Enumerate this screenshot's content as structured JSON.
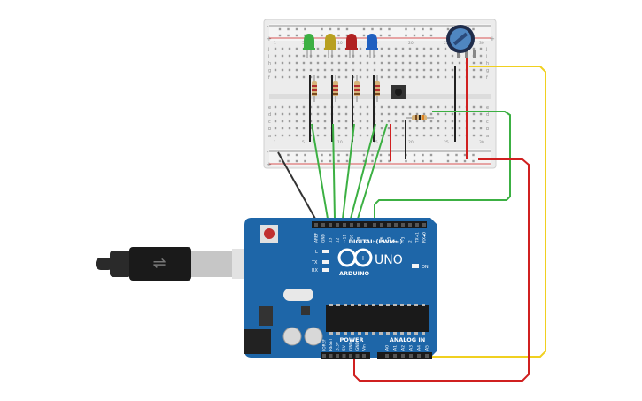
{
  "arduino": {
    "model": "UNO",
    "brand": "ARDUINO",
    "digital_label": "DIGITAL (PWM~)",
    "power_label": "POWER",
    "analog_label": "ANALOG IN",
    "on_label": "ON",
    "l_label": "L",
    "tx_label": "TX",
    "rx_label": "RX",
    "top_pins": [
      "AREF",
      "GND",
      "13",
      "12",
      "~11",
      "~10",
      "~9",
      "8",
      "7",
      "~6",
      "~5",
      "4",
      "~3",
      "2",
      "TX➜1",
      "RX◀0"
    ],
    "power_pins": [
      "IOREF",
      "RESET",
      "3.3V",
      "5V",
      "GND",
      "GND",
      "Vin"
    ],
    "analog_pins": [
      "A0",
      "A1",
      "A2",
      "A3",
      "A4",
      "A5"
    ]
  },
  "breadboard": {
    "rail_plus": "+",
    "rail_minus": "-",
    "row_letters_top": [
      "j",
      "i",
      "h",
      "g",
      "f"
    ],
    "row_letters_bottom": [
      "e",
      "d",
      "c",
      "b",
      "a"
    ],
    "col_numbers": [
      "1",
      "5",
      "10",
      "15",
      "20",
      "25",
      "30"
    ]
  },
  "leds": [
    {
      "name": "led-green",
      "color": "#3cb043"
    },
    {
      "name": "led-yellow",
      "color": "#b8a020"
    },
    {
      "name": "led-red",
      "color": "#b02020"
    },
    {
      "name": "led-blue",
      "color": "#2060c0"
    }
  ],
  "wire_colors": {
    "green": "#3cb043",
    "yellow": "#f0d020",
    "red": "#d02020",
    "black": "#333333"
  },
  "board_color": "#1e66a8"
}
